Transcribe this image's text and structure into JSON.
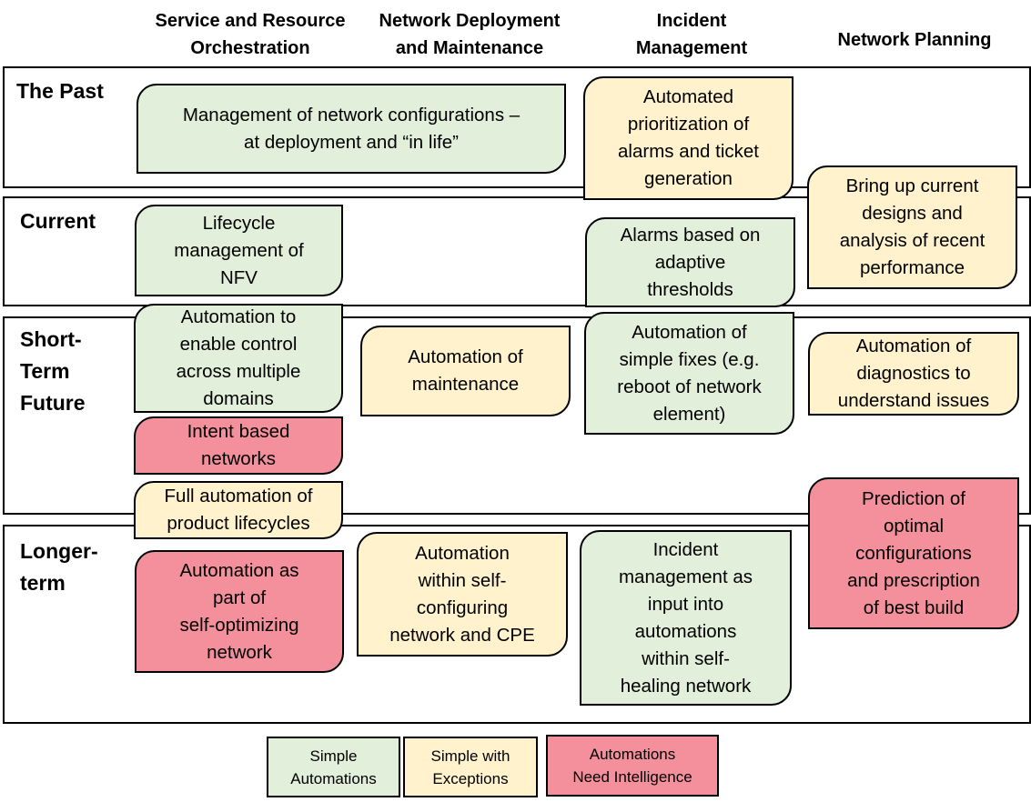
{
  "columns": [
    {
      "label": "Service and Resource\nOrchestration"
    },
    {
      "label": "Network Deployment\nand Maintenance"
    },
    {
      "label": "Incident\nManagement"
    },
    {
      "label": "Network Planning"
    }
  ],
  "rows": [
    {
      "label": "The Past"
    },
    {
      "label": "Current"
    },
    {
      "label": "Short-\nTerm\nFuture"
    },
    {
      "label": "Longer-\nterm"
    }
  ],
  "cards": [
    {
      "text": "Management of network configurations –\nat deployment and “in life”",
      "category": "simple"
    },
    {
      "text": "Automated\nprioritization of\nalarms and ticket\ngeneration",
      "category": "simple_with_exceptions"
    },
    {
      "text": "Bring up current\ndesigns and\nanalysis of recent\nperformance",
      "category": "simple_with_exceptions"
    },
    {
      "text": "Lifecycle\nmanagement of\nNFV",
      "category": "simple"
    },
    {
      "text": "Alarms based on\nadaptive\nthresholds",
      "category": "simple"
    },
    {
      "text": "Automation to\nenable control\nacross multiple\ndomains",
      "category": "simple"
    },
    {
      "text": "Intent based\nnetworks",
      "category": "needs_intelligence"
    },
    {
      "text": "Full automation of\nproduct lifecycles",
      "category": "simple_with_exceptions"
    },
    {
      "text": "Automation of\nmaintenance",
      "category": "simple_with_exceptions"
    },
    {
      "text": "Automation of\nsimple fixes (e.g.\nreboot of network\nelement)",
      "category": "simple"
    },
    {
      "text": "Automation of\ndiagnostics to\nunderstand issues",
      "category": "simple_with_exceptions"
    },
    {
      "text": "Prediction of\noptimal\nconfigurations\nand prescription\nof best build",
      "category": "needs_intelligence"
    },
    {
      "text": "Automation as\npart of\nself-optimizing\nnetwork",
      "category": "needs_intelligence"
    },
    {
      "text": "Automation\nwithin self-\nconfiguring\nnetwork and CPE",
      "category": "simple_with_exceptions"
    },
    {
      "text": "Incident\nmanagement as\ninput into\nautomations\nwithin self-\nhealing network",
      "category": "simple"
    }
  ],
  "legend": [
    {
      "label": "Simple\nAutomations",
      "category": "simple",
      "color": "#e2efda"
    },
    {
      "label": "Simple with\nExceptions",
      "category": "simple_with_exceptions",
      "color": "#fff2cc"
    },
    {
      "label": "Automations\nNeed Intelligence",
      "category": "needs_intelligence",
      "color": "#f4909b"
    }
  ]
}
